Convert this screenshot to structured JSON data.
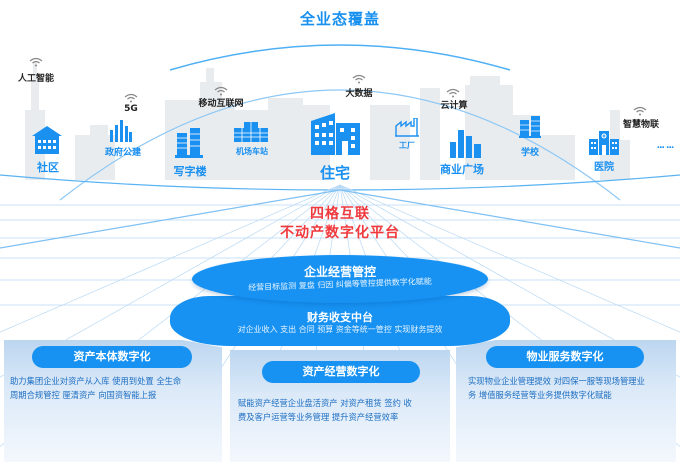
{
  "header": {
    "title": "全业态覆盖"
  },
  "tech_tags": [
    {
      "label": "人工智能",
      "icon": "wifi-icon"
    },
    {
      "label": "5G",
      "icon": "wifi-icon"
    },
    {
      "label": "移动互联网",
      "icon": "wifi-icon"
    },
    {
      "label": "大数据",
      "icon": "wifi-icon"
    },
    {
      "label": "云计算",
      "icon": "wifi-icon"
    },
    {
      "label": "智慧物联",
      "icon": "wifi-icon"
    }
  ],
  "places": [
    {
      "label": "社区",
      "icon": "house-icon"
    },
    {
      "label": "政府公建",
      "icon": "bar-buildings-icon"
    },
    {
      "label": "写字楼",
      "icon": "twin-towers-icon"
    },
    {
      "label": "机场车站",
      "icon": "station-icon"
    },
    {
      "label": "住宅",
      "icon": "apartment-icon"
    },
    {
      "label": "工厂",
      "icon": "factory-icon"
    },
    {
      "label": "商业广场",
      "icon": "skyline-icon"
    },
    {
      "label": "学校",
      "icon": "school-icon"
    },
    {
      "label": "医院",
      "icon": "hospital-icon"
    },
    {
      "label": "... ...",
      "icon": "ellipsis-icon"
    }
  ],
  "platform": {
    "line1": "四格互联",
    "line2": "不动产数字化平台"
  },
  "enterprise": {
    "title": "企业经营管控",
    "desc": "经营目标监测 复盘 归因 纠偏等管控提供数字化赋能"
  },
  "finance": {
    "title": "财务收支中台",
    "desc": "对企业收入 支出 合同 预算 资金等统一管控 实现财务提效"
  },
  "panels": [
    {
      "title": "资产本体数字化",
      "lines": [
        "助力集团企业对资产从入库 使用到处置 全生命",
        "周期合规管控 厘清资产 向国资智能上报"
      ]
    },
    {
      "title": "资产经营数字化",
      "lines": [
        "赋能资产经营企业盘活资产 对资产租赁 签约 收",
        "费及客户运营等业务管理 提升资产经营效率"
      ]
    },
    {
      "title": "物业服务数字化",
      "lines": [
        "实现物业企业管理提效 对四保一服等现场管理业",
        "务 增值服务经营等业务提供数字化赋能"
      ]
    }
  ],
  "colors": {
    "primary": "#1792f2",
    "accent_red": "#f0393c",
    "text_blue": "#1e6fc2"
  }
}
